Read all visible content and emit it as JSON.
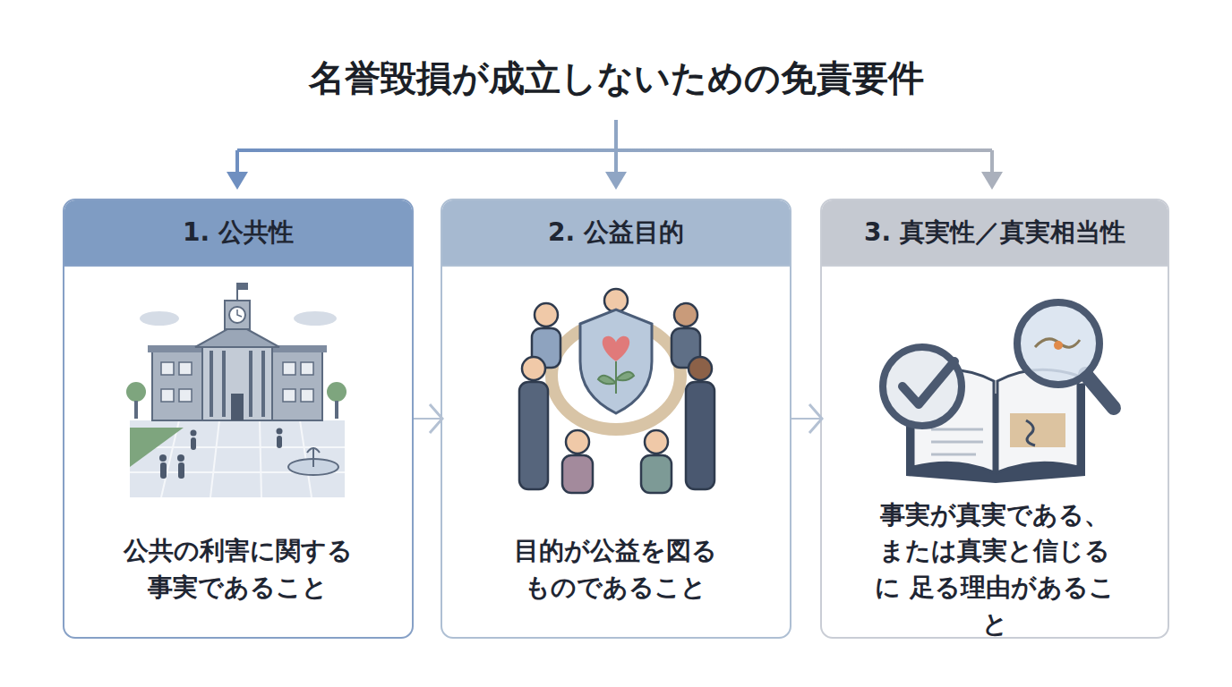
{
  "diagram": {
    "title": "名誉毀損が成立しないための免責要件",
    "nodes": [
      {
        "text": [
          "1. 公共性",
          "公共の利害に関する 事実であること"
        ]
      },
      {
        "text": [
          "2. 公益目的",
          "目的が公益を図る ものであること"
        ]
      },
      {
        "text": [
          "3. 真実性／真実相当性",
          "事実が真実である、 または真実と信じるに 足る理由があること"
        ]
      }
    ],
    "edges": [
      {
        "from": 0,
        "to": 1,
        "arrow": "to"
      },
      {
        "from": 1,
        "to": 2,
        "arrow": "to"
      }
    ]
  }
}
